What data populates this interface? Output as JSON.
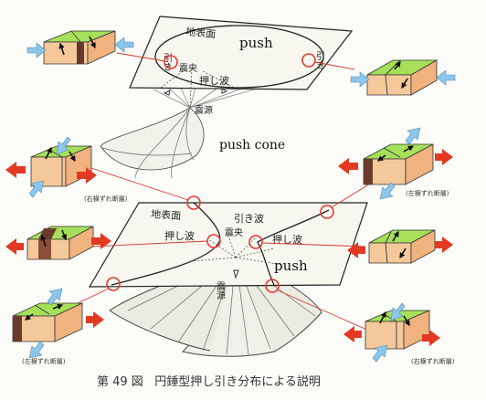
{
  "top": {
    "surface": "地表面",
    "pull_left": "引き",
    "pull_right": "引き",
    "epicenter": "震央",
    "push_wave": "押し波",
    "hypocenter": "震源",
    "push_label": "push",
    "cone_label": "push cone"
  },
  "bottom": {
    "surface": "地表面",
    "push_wave_left": "押し波",
    "pull_wave": "引き波",
    "epicenter": "震央",
    "push_wave_right": "押し波",
    "hypocenter": "震源",
    "push_label": "push"
  },
  "fault_labels": {
    "upper_left": "(右横ずれ断層)",
    "upper_right": "(左横ずれ断層)",
    "lower_left": "(左横ずれ断層)",
    "lower_right": "(右横ずれ断層)"
  },
  "caption": "第 49 図   円錘型押し引き分布による説明",
  "colors": {
    "block_top": "#a6e05a",
    "block_side": "#f5c89a",
    "block_dark": "#6b3a2a",
    "arrow_blue": "#8cc6ec",
    "arrow_red": "#e23a22",
    "circle": "#e53935",
    "leader": "#d33a2f"
  }
}
